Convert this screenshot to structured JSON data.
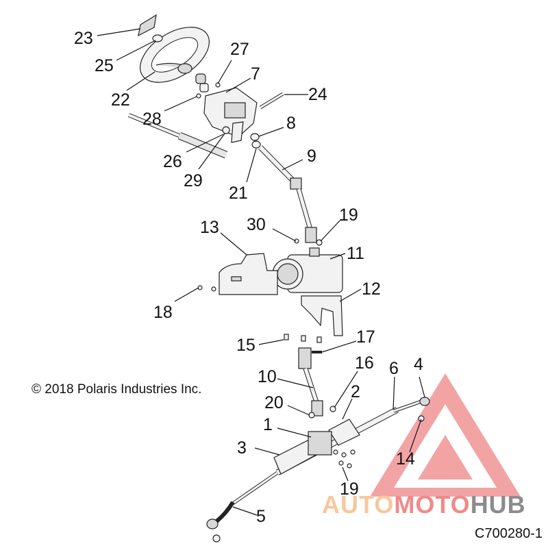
{
  "callouts": [
    "23",
    "25",
    "22",
    "27",
    "7",
    "28",
    "24",
    "8",
    "26",
    "29",
    "21",
    "9",
    "13",
    "30",
    "19",
    "11",
    "18",
    "12",
    "15",
    "17",
    "16",
    "10",
    "6",
    "4",
    "20",
    "2",
    "1",
    "3",
    "14",
    "19",
    "5"
  ],
  "copyright": "© 2018 Polaris Industries Inc.",
  "diagram_id": "C700280-1",
  "watermark": {
    "part1": "AUTO",
    "part2": "MOTO",
    "part3": "HUB"
  },
  "colors": {
    "line": "#111111",
    "part_fill": "#f2f2f2",
    "watermark_red": "#e85a5a",
    "watermark_orange": "#f6c89c",
    "watermark_gray": "#8c8c8c"
  }
}
